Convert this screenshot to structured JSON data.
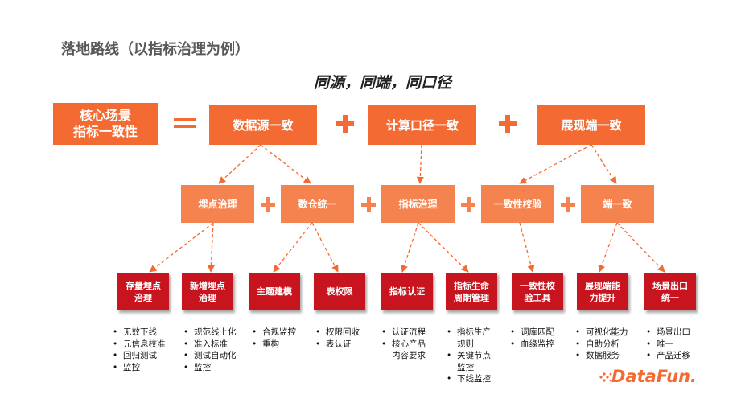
{
  "title": "落地路线（以指标治理为例）",
  "subtitle": "同源，同端，同口径",
  "core_box": {
    "line1": "核心场景",
    "line2": "指标一致性"
  },
  "top_boxes": [
    "数据源一致",
    "计算口径一致",
    "展现端一致"
  ],
  "mid_boxes": [
    "埋点治理",
    "数仓统一",
    "指标治理",
    "一致性校验",
    "端一致"
  ],
  "bottom_boxes": [
    {
      "line1": "存量埋点",
      "line2": "治理"
    },
    {
      "line1": "新增埋点",
      "line2": "治理"
    },
    {
      "line1": "主题建模",
      "line2": ""
    },
    {
      "line1": "表权限",
      "line2": ""
    },
    {
      "line1": "指标认证",
      "line2": ""
    },
    {
      "line1": "指标生命",
      "line2": "周期管理"
    },
    {
      "line1": "一致性校",
      "line2": "验工具"
    },
    {
      "line1": "展现端能",
      "line2": "力提升"
    },
    {
      "line1": "场景出口",
      "line2": "统一"
    }
  ],
  "bullet_groups": [
    [
      "无效下线",
      "元信息校准",
      "回归测试",
      "监控"
    ],
    [
      "规范线上化",
      "准入标准",
      "测试自动化",
      "监控"
    ],
    [
      "合规监控",
      "重构"
    ],
    [
      "权限回收",
      "表认证"
    ],
    [
      "认证流程",
      "核心产品",
      "内容要求"
    ],
    [
      "指标生产",
      "规则",
      "关键节点",
      "监控",
      "下线监控"
    ],
    [
      "词库匹配",
      "血缘监控"
    ],
    [
      "可视化能力",
      "自助分析",
      "数据服务"
    ],
    [
      "场景出口",
      "唯一",
      "产品迁移"
    ]
  ],
  "logo": "DataFun.",
  "colors": {
    "accent": "#f36a33",
    "mid": "#f5834f",
    "dark_red": "#c8141e"
  }
}
